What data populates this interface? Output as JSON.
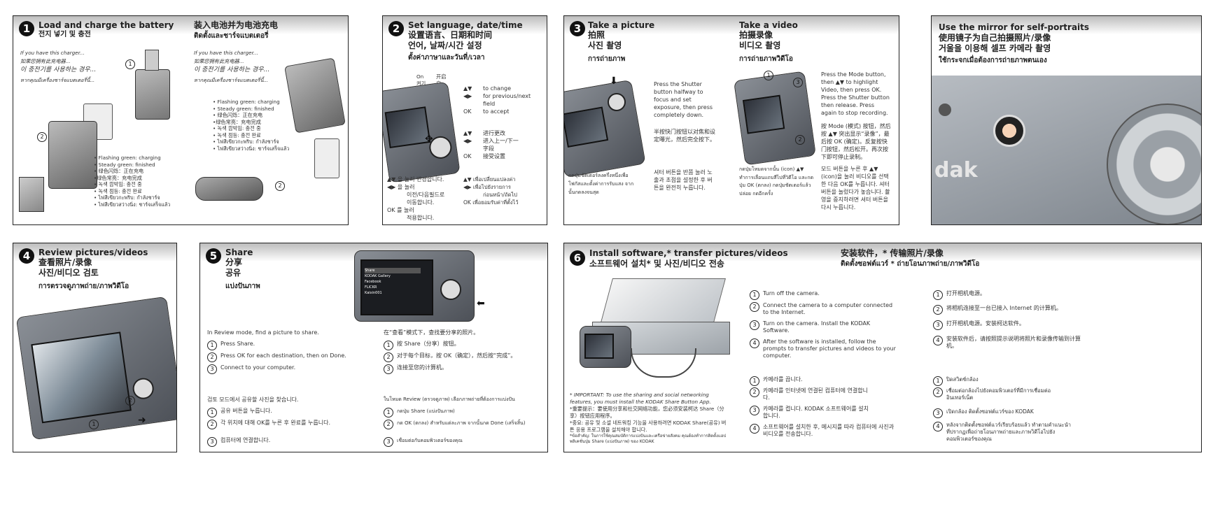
{
  "panel1": {
    "num": "1",
    "title_en": "Load and charge the battery",
    "title_ko": "전지 넣기 및 충전",
    "title_zh": "装入电池并为电池充电",
    "title_th": "ติดตั้งและชาร์จแบตเตอรี่",
    "charger_en": "If you have this charger...",
    "charger_zh": "如果您拥有此充电器...",
    "charger_ko": "이 충전기를 사용하는 경우...",
    "charger_th": "หากคุณมีเครื่องชาร์จแบตเตอรี่นี้...",
    "step1": "1",
    "step2": "2",
    "led_a": [
      "• Flashing green: charging",
      "• Steady green: finished",
      "• 绿色闪烁：正在充电",
      "•绿色常亮：充电完成",
      "• 녹색 깜박임: 충전 중",
      "• 녹색 점등: 충전 완료",
      "• ไฟสีเขียวกะพริบ: กำลังชาร์จ",
      "• ไฟสีเขียวสว่างนิ่ง: ชาร์จเสร็จแล้ว"
    ],
    "led_b": [
      "• Flashing green: charging",
      "• Steady green: finished",
      "• 绿色闪烁：正在充电",
      "•绿色常亮：充电完成",
      "• 녹색 깜박임: 충전 중",
      "• 녹색 점등: 충전 완료",
      "• ไฟสีเขียวกะพริบ: กำลังชาร์จ",
      "• ไฟสีเขียวสว่างนิ่ง: ชาร์จเสร็จแล้ว"
    ]
  },
  "panel2": {
    "num": "2",
    "title_en": "Set language, date/time",
    "title_zh": "设置语言、日期和时间",
    "title_ko": "언어, 날짜/시간 설정",
    "title_th": "ตั้งค่าภาษาและวันที่/เวลา",
    "on_en": "On",
    "on_ko": "켜기",
    "on_zh1": "开启",
    "on_zh2": "启",
    "en_keys": [
      "▲▼",
      "◀▶",
      "",
      "OK"
    ],
    "en_text": [
      "to change",
      "for previous/next",
      "field",
      "to accept"
    ],
    "zh_keys": [
      "▲▼",
      "◀▶",
      "",
      "OK"
    ],
    "zh_text": [
      "进行更改",
      "进入上一/下一",
      "字段",
      "接受设置"
    ],
    "ko_text": [
      "▲▼  을 눌러 변경합니다.",
      "◀▶  을 눌러",
      "이전/다음필드로",
      "이동합니다.",
      "OK  를 눌러",
      "적용합니다."
    ],
    "th_text": [
      "▲▼  เพื่อเปลี่ยนแปลงค่า",
      "◀▶  เพื่อไปยังรายการ",
      "ก่อนหน้า/ถัดไป",
      "OK  เพื่อยอมรับค่าที่ตั้งไว้"
    ]
  },
  "panel3": {
    "num": "3",
    "title_en": "Take a picture",
    "title_zh": "拍照",
    "title_ko": "사진 촬영",
    "title_th": "การถ่ายภาพ",
    "text_en": "Press the Shutter button halfway to focus and set exposure, then press completely down.",
    "text_zh": "半按快门按钮以对焦和设定曝光，然后完全按下。",
    "text_ko": "셔터 버튼을 반쯤 눌러 노출과 초점을 설정한 후 버튼을 완전히 누릅니다.",
    "text_th": "กดปุ่มชัตเตอร์ลงครึ่งหนึ่งเพื่อโฟกัสและตั้งค่าการรับแสง จากนั้นกดลงจนสุด",
    "video_en": "Take a video",
    "video_zh": "拍摄录像",
    "video_ko": "비디오 촬영",
    "video_th": "การถ่ายภาพวิดีโอ",
    "vtext_en": "Press the Mode button, then ▲▼ to highlight Video, then press OK. Press the Shutter button then release. Press again to stop recording.",
    "vtext_zh": "按 Mode (模式) 按钮，然后按 ▲▼ 突出显示“录像”，最后按 OK (确定)。反复按快门按钮，然后松开。再次按下即可停止录制。",
    "vtext_ko": "모드 버튼을 누른 후 ▲▼ (icon)을 눌러 비디오를 선택한 다음 OK를 누릅니다. 셔터 버튼을 눌렀다가 놓습니다. 촬영을 중지하려면 셔터 버튼을 다시 누릅니다.",
    "vtext_th": "กดปุ่มโหมดจากนั้น (icon) ▲▼ ทำการเลื่อนแถบสีไปที่วิดีโอ และกดปุ่ม OK (ตกลง) กดปุ่มชัตเตอร์แล้วปล่อย กดอีกครั้ง",
    "c1": "1",
    "c2": "2",
    "c3": "3"
  },
  "panel_mirror": {
    "title_en": "Use the mirror for self-portraits",
    "title_zh": "使用镜子为自己拍摄照片/录像",
    "title_ko": "거울을 이용해 셀프 카메라 촬영",
    "title_th": "ใช้กระจกเมื่อต้องการถ่ายภาพตนเอง",
    "brand": "dak"
  },
  "panel4": {
    "num": "4",
    "title_en": "Review pictures/videos",
    "title_zh": "查看照片/录像",
    "title_ko": "사진/비디오 검토",
    "title_th": "การตรวจดูภาพถ่าย/ภาพวิดีโอ",
    "c1": "1",
    "c2": "2"
  },
  "panel5": {
    "num": "5",
    "title_en": "Share",
    "title_zh": "分享",
    "title_ko": "공유",
    "title_th": "แบ่งปันภาพ",
    "menu": [
      "Share",
      "KODAK Gallery",
      "Facebook",
      "FLICKR",
      "Kaixin001"
    ],
    "en_intro": "In Review mode, find a picture to share.",
    "en_steps": [
      "Press Share.",
      "Press OK for each destination, then on Done.",
      "Connect to your computer."
    ],
    "zh_intro": "在“查看”模式下，查找要分享的照片。",
    "zh_steps": [
      "按 Share（分享）按钮。",
      "对于每个目标，按 OK（确定），然后按“完成”。",
      "连接至您的计算机。"
    ],
    "ko_intro": "검토 모드에서 공유할 사진을 찾습니다.",
    "ko_steps": [
      "공유 버튼을 누릅니다.",
      "각 위치에 대해 OK를 누른 후 완료를 누릅니다.",
      "컴퓨터에 연결합니다."
    ],
    "th_intro": "ในโหมด Review (ตรวจดูภาพ) เลือกภาพถ่ายที่ต้องการแบ่งปัน",
    "th_steps": [
      "กดปุ่ม Share (แบ่งปันภาพ)",
      "กด OK (ตกลง) สำหรับแต่ละภาพ จากนั้นกด Done (เสร็จสิ้น)",
      "เชื่อมต่อกับคอมพิวเตอร์ของคุณ"
    ],
    "nums": [
      "1",
      "2",
      "3"
    ]
  },
  "panel6": {
    "num": "6",
    "title_en": "Install software,* transfer pictures/videos",
    "title_ko": "소프트웨어 설치* 및 사진/비디오 전송",
    "title_zh": "安装软件，* 传输照片/录像",
    "title_th": "ติดตั้งซอฟต์แวร์ * ถ่ายโอนภาพถ่าย/ภาพวิดีโอ",
    "en_steps": [
      "Turn off the camera.",
      "Connect the camera to a computer connected to the Internet.",
      "Turn on the camera. Install the KODAK Software.",
      "After the software is installed, follow the prompts to transfer pictures and videos to your computer."
    ],
    "ko_steps": [
      "카메라를 끕니다.",
      "카메라를 인터넷에 연결된 컴퓨터에 연결합니다.",
      "카메라를 켭니다. KODAK 소프트웨어를 설치합니다.",
      "소프트웨어를 설치한 후, 메시지를 따라 컴퓨터에 사진과 비디오를 전송합니다."
    ],
    "zh_steps": [
      "打开相机电源。",
      "将相机连接至一台已接入 Internet 的计算机。",
      "打开相机电源。安装柯达软件。",
      "安装软件后，请按照提示说明将照片和录像传输到计算机。"
    ],
    "th_steps": [
      "ปิดสวิตช์กล้อง",
      "เชื่อมต่อกล้องไปยังคอมพิวเตอร์ที่มีการเชื่อมต่ออินเทอร์เน็ต",
      "เปิดกล้อง ติดตั้งซอฟต์แวร์ของ KODAK",
      "หลังจากติดตั้งซอฟต์แวร์เรียบร้อยแล้ว ทำตามคำแนะนำที่ปรากฏเพื่อถ่ายโอนภาพถ่ายและภาพวิดีโอไปยังคอมพิวเตอร์ของคุณ"
    ],
    "nums": [
      "1",
      "2",
      "3",
      "4"
    ],
    "note_en": "* IMPORTANT: To use the sharing and social networking features, you must install the KODAK Share Button App.",
    "note_zh": "*重要提示：要使用分享和社交网络功能，您必须安装柯达 Share（分享）按钮应用程序。",
    "note_ko": "*중요: 공유 및 소셜 네트워킹 기능을 사용하려면 KODAK Share(공유) 버튼 응용 프로그램을 설치해야 합니다.",
    "note_th": "*ข้อสำคัญ: ในการใช้คุณสมบัติการแบ่งปันและเครือข่ายสังคม คุณต้องทำการติดตั้งแอปพลิเคชั่นปุ่ม Share (แบ่งปันภาพ) ของ KODAK"
  }
}
